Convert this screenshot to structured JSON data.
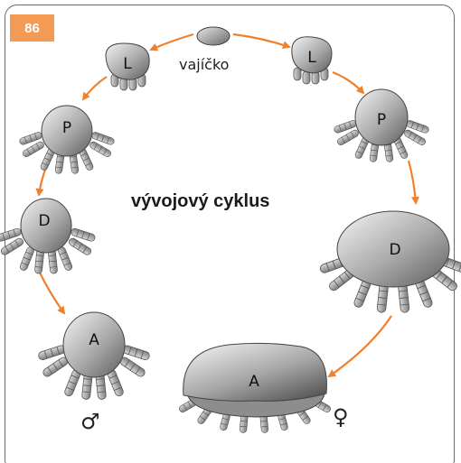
{
  "page_number": "86",
  "title": "vývojový cyklus",
  "egg_label": "vajíčko",
  "stages": {
    "larva_left": "L",
    "larva_right": "L",
    "protonymph_left": "P",
    "protonymph_right": "P",
    "deutonymph_left": "D",
    "deutonymph_right": "D",
    "adult_male": "A",
    "adult_female": "A"
  },
  "symbols": {
    "male": "♂",
    "female": "♀"
  },
  "colors": {
    "accent_orange": "#F0802B",
    "tab_orange": "#F39A55",
    "tick_gray": "#8A8A8A"
  }
}
